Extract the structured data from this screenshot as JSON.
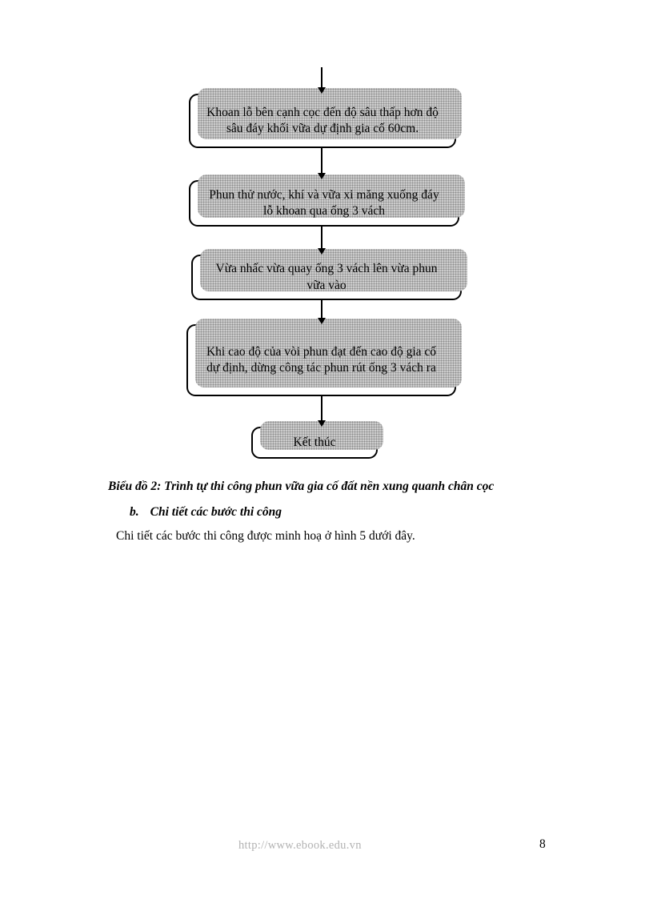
{
  "flowchart": {
    "nodes": [
      {
        "text": "Khoan lỗ bên cạnh cọc đến độ sâu thấp hơn độ sâu đáy khối vữa dự định gia cố 60cm."
      },
      {
        "text": "Phun thử nước, khí và vữa xi măng xuống đáy lỗ khoan qua ống 3 vách"
      },
      {
        "text": "Vừa nhấc vừa quay ống 3 vách lên vừa phun vữa vào"
      },
      {
        "text": "Khi cao độ của vòi phun đạt đến cao độ gia cố dự định, dừng công tác phun rút ống 3 vách ra"
      },
      {
        "text": "Kết thúc"
      }
    ]
  },
  "caption": "Biểu đồ 2: Trình tự thi công phun vữa gia cố đất nền xung quanh chân cọc",
  "section": {
    "label": "b.",
    "title": "Chi tiết các bước thi công"
  },
  "body_text": "Chi tiết các bước thi công được minh hoạ ở hình 5 dưới đây.",
  "footer": {
    "url": "http://www.ebook.edu.vn",
    "page_number": "8"
  }
}
